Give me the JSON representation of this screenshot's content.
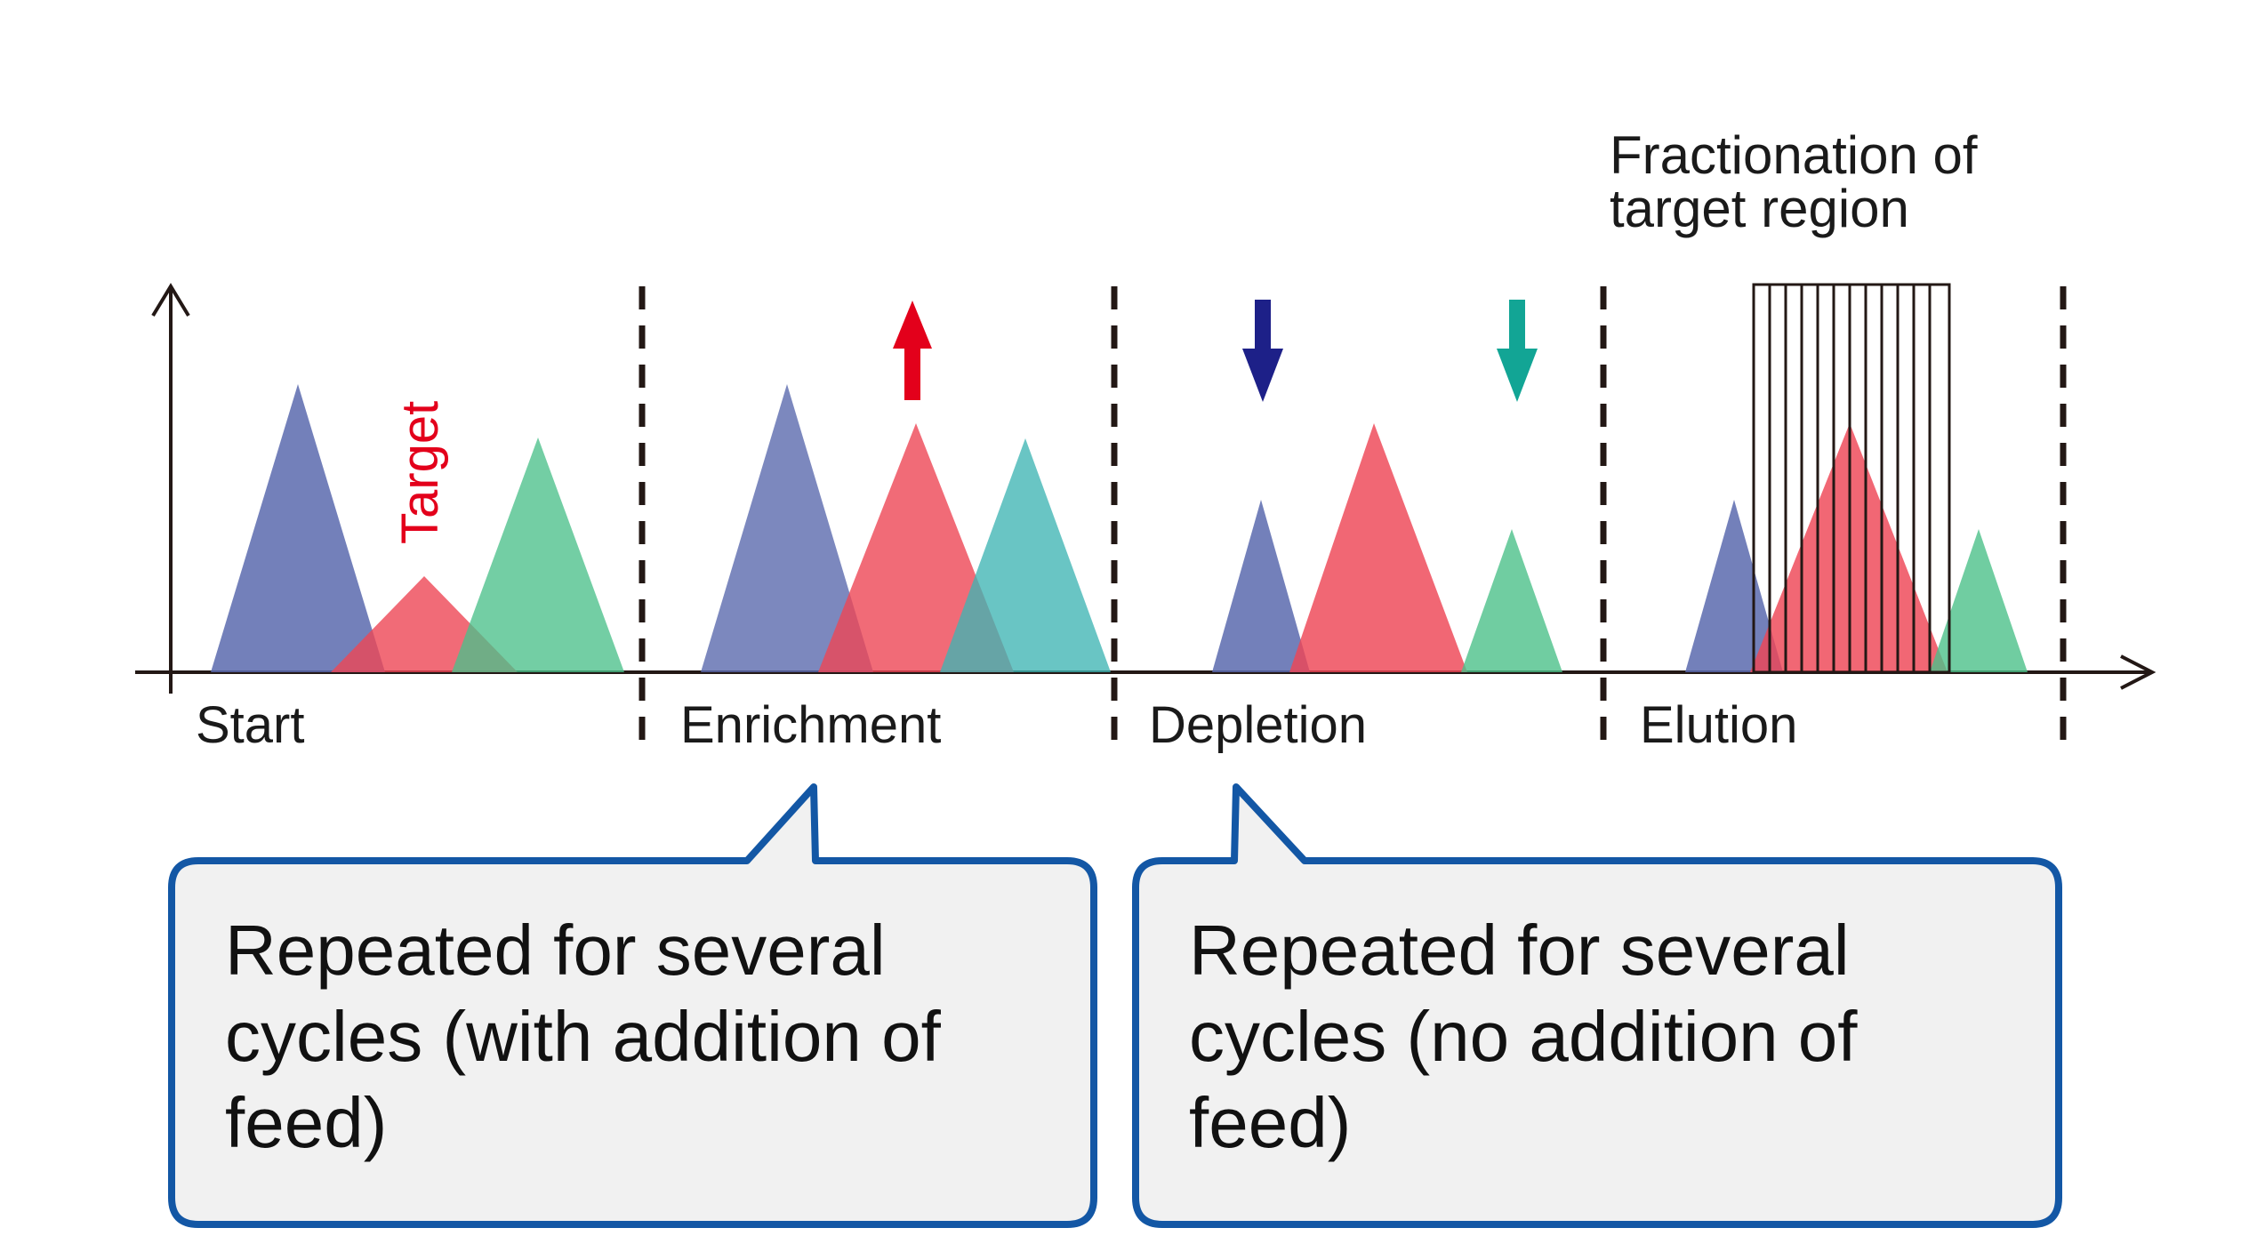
{
  "stages": {
    "start": "Start",
    "enrichment": "Enrichment",
    "depletion": "Depletion",
    "elution": "Elution"
  },
  "target_label": "Target",
  "fractionation_label": [
    "Fractionation of",
    "target region"
  ],
  "callouts": {
    "enrichment": [
      "Repeated for several",
      "cycles (with addition of",
      "feed)"
    ],
    "depletion": [
      "Repeated for several",
      "cycles (no addition of",
      "feed)"
    ]
  },
  "colors": {
    "component_1": "#5b6aae",
    "target": "#ee4655",
    "component_3": "#4cc08a",
    "enrichment_teal": "#3fb5b3",
    "up_arrow": "#e3001b",
    "down_arrow_dark": "#1d2088",
    "down_arrow_teal": "#12a595",
    "callout_border": "#1357a5"
  },
  "icons": {
    "up_arrow": "up-arrow-icon",
    "down_arrow": "down-arrow-icon"
  }
}
